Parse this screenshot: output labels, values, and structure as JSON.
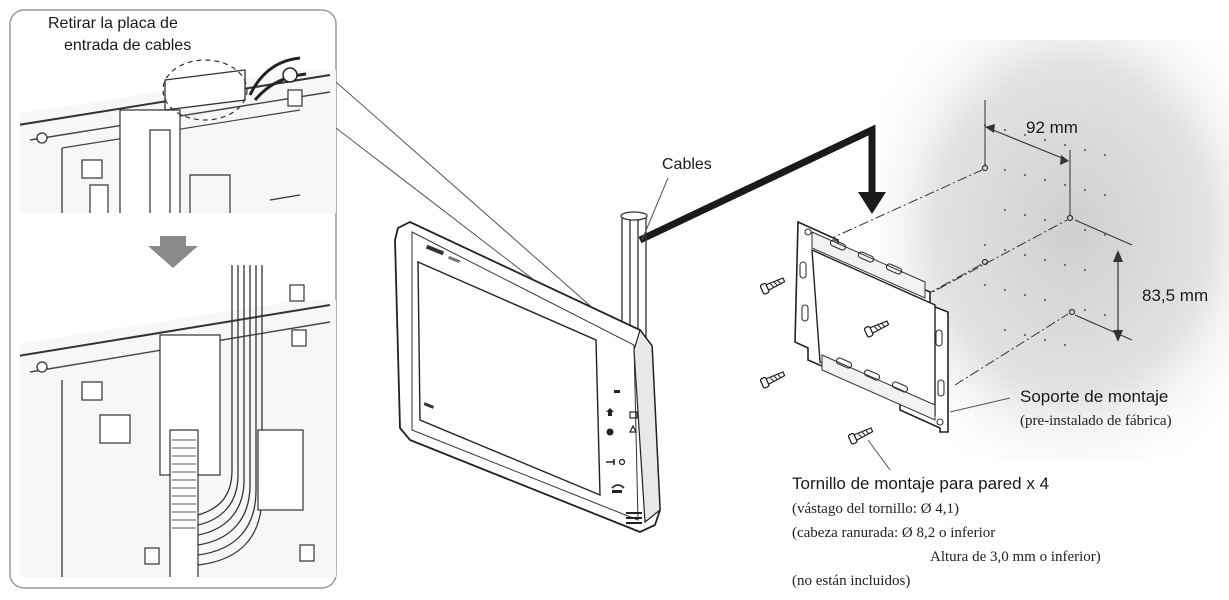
{
  "inset": {
    "callout_line1": "Retirar la placa de",
    "callout_line2": "entrada de cables"
  },
  "labels": {
    "cables": "Cables",
    "dim_width": "92 mm",
    "dim_height": "83,5 mm",
    "bracket_title": "Soporte de montaje",
    "bracket_note": "(pre-instalado de fábrica)",
    "screw_title": "Tornillo de montaje para pared x 4",
    "screw_spec1": "(vástago del tornillo: Ø 4,1)",
    "screw_spec2": "(cabeza ranurada: Ø 8,2 o inferior",
    "screw_spec3": "Altura de 3,0 mm o inferior)",
    "screw_spec4": "(no están incluidos)"
  }
}
